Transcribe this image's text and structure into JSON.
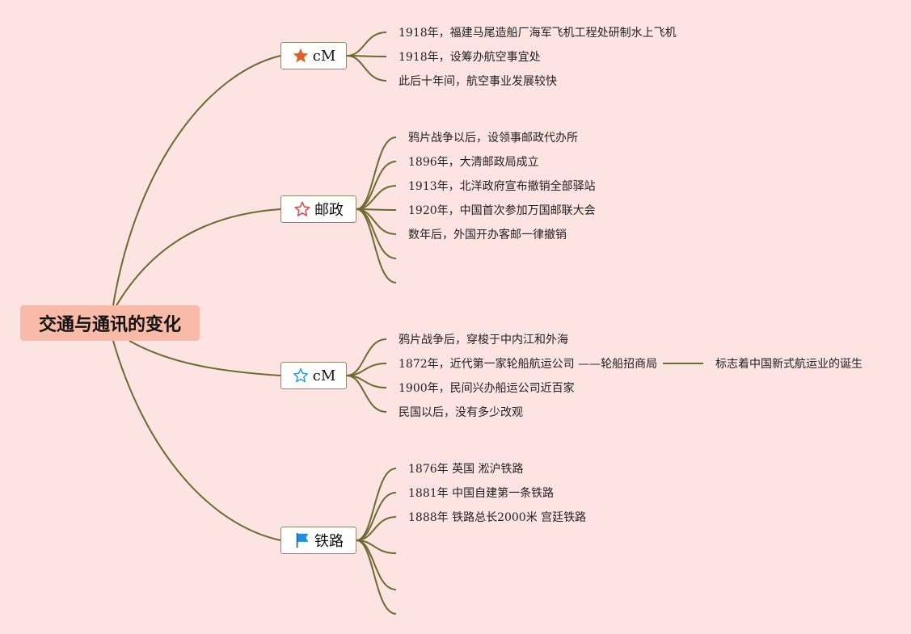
{
  "root": {
    "title": "交通与通讯的变化"
  },
  "branches": [
    {
      "label": "cM",
      "icon": "star-filled-orange-icon",
      "items": [
        "1918年，福建马尾造船厂海军飞机工程处研制水上飞机",
        "1918年，设筹办航空事宜处",
        "此后十年间，航空事业发展较快"
      ]
    },
    {
      "label": "邮政",
      "icon": "star-outline-red-icon",
      "items": [
        "鸦片战争以后，设领事邮政代办所",
        "1896年，大清邮政局成立",
        "1913年，北洋政府宣布撤销全部驿站",
        "1920年，中国首次参加万国邮联大会",
        "数年后，外国开办客邮一律撤销",
        "",
        ""
      ]
    },
    {
      "label": "cM",
      "icon": "star-outline-blue-icon",
      "items": [
        "鸦片战争后，穿梭于中内江和外海",
        "1872年，近代第一家轮船航运公司 ——轮船招商局",
        "1900年，民间兴办船运公司近百家",
        "民国以后，没有多少改观"
      ],
      "sub_note": "标志着中国新式航运业的诞生"
    },
    {
      "label": "铁路",
      "icon": "flag-blue-icon",
      "items": [
        "1876年 英国 淞沪铁路",
        "1881年 中国自建第一条铁路",
        "1888年 铁路总长2000米 宫廷铁路",
        "",
        "",
        ""
      ]
    }
  ],
  "colors": {
    "background": "#fde3e2",
    "root_fill": "#f9bba8",
    "line": "#6b6b2f"
  }
}
